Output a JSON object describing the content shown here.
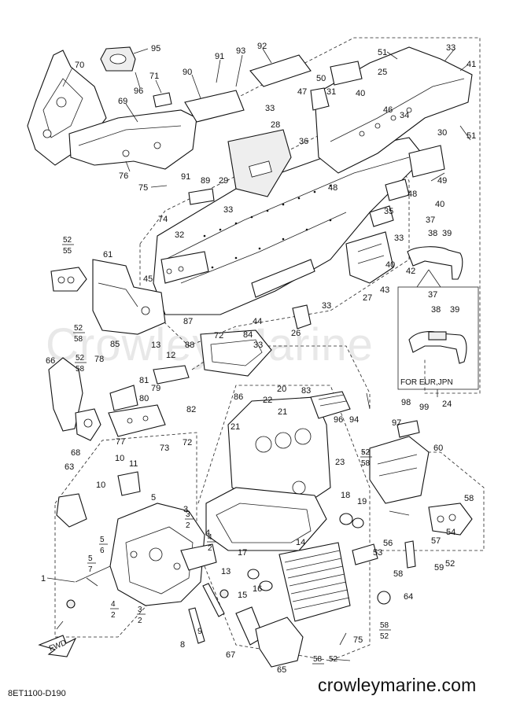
{
  "diagram": {
    "code": "8ET1100-D190",
    "website": "crowleymarine.com",
    "watermark": "Crowley Marine",
    "fwd_label": "FWD",
    "inset_note": "FOR EUR,JPN",
    "inset_ref": "24",
    "inset_top": {
      "top": "37",
      "left": "38",
      "right": "39"
    },
    "inset_bottom": {
      "top": "37",
      "left": "38",
      "right": "39"
    },
    "fractions": [
      {
        "top": "52",
        "bottom": "55"
      },
      {
        "top": "52",
        "bottom": "58"
      },
      {
        "top": "52",
        "bottom": "58"
      },
      {
        "top": "52",
        "bottom": "58"
      },
      {
        "top": "58",
        "bottom": "52"
      },
      {
        "top": "3",
        "bottom": "2"
      },
      {
        "top": "4",
        "bottom": "2"
      },
      {
        "top": "3",
        "bottom": "2"
      },
      {
        "top": "4",
        "bottom": "2"
      },
      {
        "top": "5",
        "bottom": "6"
      },
      {
        "top": "5",
        "bottom": "7"
      },
      {
        "top": "58",
        "bottom": "52"
      }
    ],
    "callouts": [
      "95",
      "96",
      "70",
      "71",
      "69",
      "90",
      "91",
      "93",
      "92",
      "51",
      "33",
      "41",
      "50",
      "25",
      "47",
      "31",
      "40",
      "46",
      "30",
      "34",
      "51",
      "28",
      "36",
      "33",
      "29",
      "89",
      "91",
      "76",
      "75",
      "33",
      "74",
      "48",
      "49",
      "48",
      "40",
      "35",
      "37",
      "38",
      "39",
      "33",
      "32",
      "45",
      "61",
      "42",
      "40",
      "43",
      "27",
      "33",
      "44",
      "87",
      "72",
      "84",
      "26",
      "33",
      "85",
      "13",
      "78",
      "88",
      "12",
      "81",
      "66",
      "79",
      "80",
      "86",
      "82",
      "22",
      "20",
      "83",
      "94",
      "96",
      "98",
      "99",
      "97",
      "21",
      "21",
      "77",
      "73",
      "72",
      "60",
      "23",
      "10",
      "11",
      "63",
      "68",
      "58",
      "54",
      "9",
      "8",
      "57",
      "59",
      "1",
      "5",
      "10",
      "14",
      "16",
      "15",
      "18",
      "17",
      "19",
      "56",
      "53",
      "58",
      "64",
      "67",
      "65",
      "75",
      "3",
      "4",
      "52",
      "13"
    ]
  }
}
